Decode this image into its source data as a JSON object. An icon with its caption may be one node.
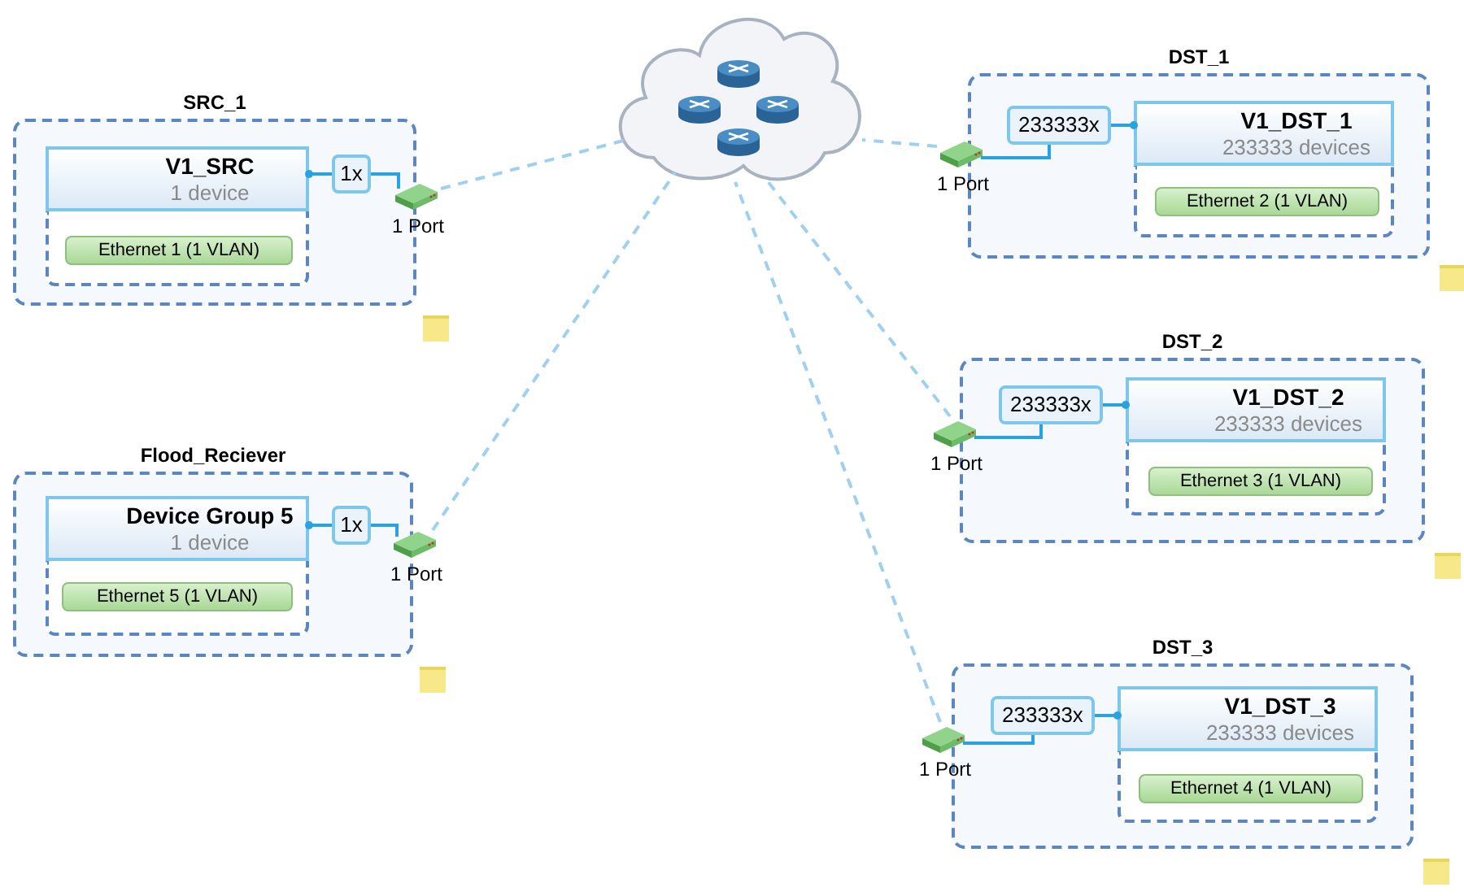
{
  "diagram": {
    "nodes": [
      {
        "text": [
          "SRC_1"
        ]
      },
      {
        "text": [
          "V1_SRC",
          "1 device"
        ],
        "in": 0
      },
      {
        "text": [
          "Ethernet 1 (1 VLAN)"
        ],
        "in": 1
      },
      {
        "text": [
          "1x"
        ],
        "in": 0
      },
      {
        "text": [],
        "shape": "picture",
        "beside": [
          "1 Port"
        ]
      },
      {
        "text": [],
        "shape": "cloud"
      },
      {
        "text": [
          "DST_1"
        ]
      },
      {
        "text": [
          "233333x"
        ],
        "in": 6
      },
      {
        "text": [
          "V1_DST_1",
          "233333 devices"
        ],
        "in": 6
      },
      {
        "text": [
          "Ethernet 2 (1 VLAN)"
        ],
        "in": 8
      },
      {
        "text": [],
        "shape": "picture",
        "beside": [
          "1 Port"
        ]
      },
      {
        "text": [
          "DST_2"
        ]
      },
      {
        "text": [
          "233333x"
        ],
        "in": 11
      },
      {
        "text": [
          "V1_DST_2",
          "233333 devices"
        ],
        "in": 11
      },
      {
        "text": [
          "Ethernet 3 (1 VLAN)"
        ],
        "in": 13
      },
      {
        "text": [],
        "shape": "picture",
        "beside": [
          "1 Port"
        ]
      },
      {
        "text": [
          "Flood_Reciever"
        ]
      },
      {
        "text": [
          "Device Group 5",
          "1 device"
        ],
        "in": 16
      },
      {
        "text": [
          "Ethernet 5 (1 VLAN)"
        ],
        "in": 17
      },
      {
        "text": [
          "1x"
        ],
        "in": 16
      },
      {
        "text": [],
        "shape": "picture",
        "beside": [
          "1 Port"
        ]
      },
      {
        "text": [
          "DST_3"
        ]
      },
      {
        "text": [
          "233333x"
        ],
        "in": 21
      },
      {
        "text": [
          "V1_DST_3",
          "233333 devices"
        ],
        "in": 21
      },
      {
        "text": [
          "Ethernet 4 (1 VLAN)"
        ],
        "in": 23
      },
      {
        "text": [],
        "shape": "picture",
        "beside": [
          "1 Port"
        ]
      }
    ],
    "edges": [
      {
        "from": 1,
        "to": 3,
        "arrow": "other"
      },
      {
        "from": 3,
        "to": 4,
        "arrow": "none"
      },
      {
        "from": 4,
        "to": 5,
        "arrow": "none",
        "style": "dashed",
        "color": "#9fd0ef"
      },
      {
        "from": 8,
        "to": 7,
        "arrow": "other"
      },
      {
        "from": 7,
        "to": 10,
        "arrow": "none"
      },
      {
        "from": 10,
        "to": 5,
        "arrow": "none",
        "style": "dashed",
        "color": "#9fd0ef"
      },
      {
        "from": 13,
        "to": 12,
        "arrow": "other"
      },
      {
        "from": 12,
        "to": 15,
        "arrow": "none"
      },
      {
        "from": 15,
        "to": 5,
        "arrow": "none",
        "style": "dashed",
        "color": "#9fd0ef"
      },
      {
        "from": 17,
        "to": 19,
        "arrow": "other"
      },
      {
        "from": 19,
        "to": 20,
        "arrow": "none"
      },
      {
        "from": 20,
        "to": 5,
        "arrow": "none",
        "style": "dashed",
        "color": "#9fd0ef"
      },
      {
        "from": 23,
        "to": 22,
        "arrow": "other"
      },
      {
        "from": 22,
        "to": 25,
        "arrow": "none"
      },
      {
        "from": 25,
        "to": 5,
        "arrow": "none",
        "style": "dashed",
        "color": "#9fd0ef"
      }
    ]
  }
}
